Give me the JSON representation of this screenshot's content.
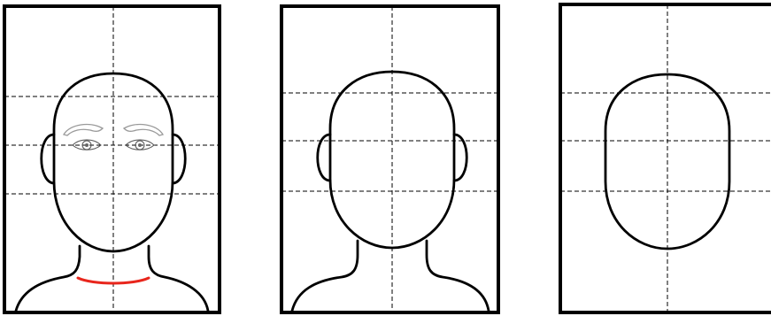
{
  "panels": [
    {
      "id": "panel-1",
      "stage": "full-portrait",
      "features": [
        "head",
        "ears",
        "eyebrows",
        "eyes",
        "neck",
        "shoulders",
        "collar-line"
      ]
    },
    {
      "id": "panel-2",
      "stage": "head-ears-shoulders",
      "features": [
        "head",
        "ears",
        "neck",
        "shoulders"
      ]
    },
    {
      "id": "panel-3",
      "stage": "head-oval-only",
      "features": [
        "head"
      ]
    }
  ],
  "colors": {
    "outline": "#000000",
    "guide_lines": "#000000",
    "eyebrows": "#9a9a9a",
    "collar_line": "#e8261c",
    "background": "#ffffff"
  },
  "guide_style": "dashed"
}
